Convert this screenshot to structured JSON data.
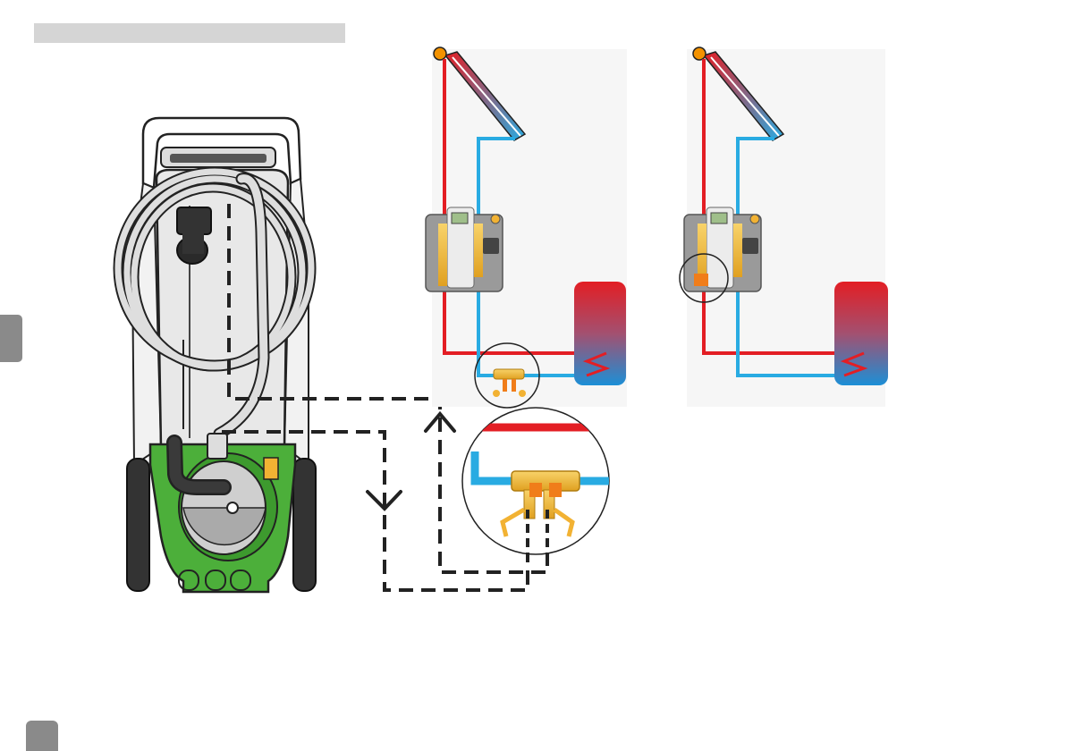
{
  "header": {
    "title": ""
  },
  "colors": {
    "hot_pipe": "#e31e24",
    "cold_pipe": "#29abe2",
    "flushing_unit_body": "#4caf3a",
    "brass_valve": "#f2b233",
    "valve_handle": "#f07d1a",
    "dashed_hose": "#222222",
    "tank_top": "#e31e24",
    "tank_bottom": "#1c8fd6",
    "collector_sensor": "#f39200",
    "tab_grey": "#8a8a8a"
  },
  "figures": [
    {
      "name": "flushing-and-filling-unit",
      "icon": "flushing-cart-icon"
    },
    {
      "name": "solar-system-fill-via-tank-return-valves",
      "highlight": "fill-drain-valve-detail"
    },
    {
      "name": "solar-system-fill-via-pump-station-valves",
      "highlight": "pump-station-valve-detail"
    }
  ],
  "flow_arrows": [
    "up",
    "down"
  ]
}
